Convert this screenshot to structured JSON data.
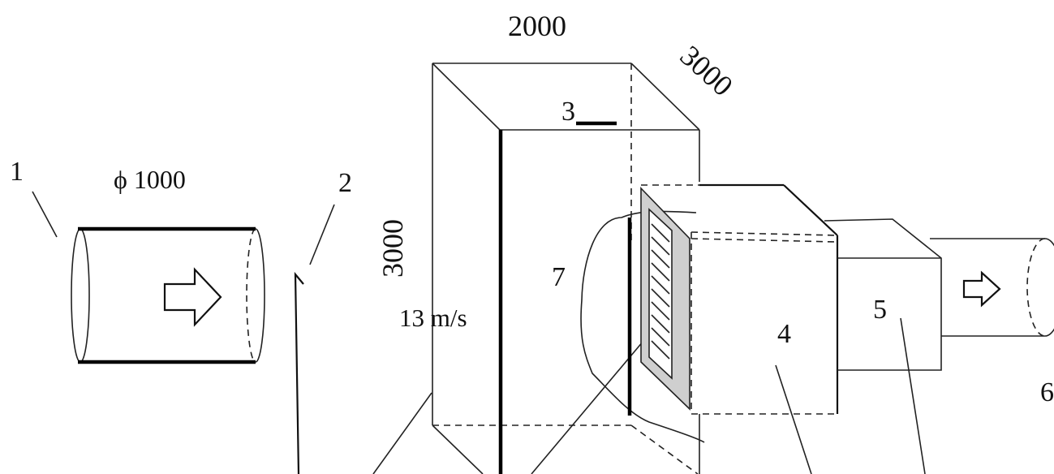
{
  "labels": {
    "dim_top": "2000",
    "dim_depth": "3000",
    "dim_height": "3000",
    "diameter": "ϕ 1000",
    "velocity": "13 m/s",
    "n1": "1",
    "n2": "2",
    "n3": "3",
    "n4": "4",
    "n5": "5",
    "n6": "6",
    "n7": "7"
  }
}
